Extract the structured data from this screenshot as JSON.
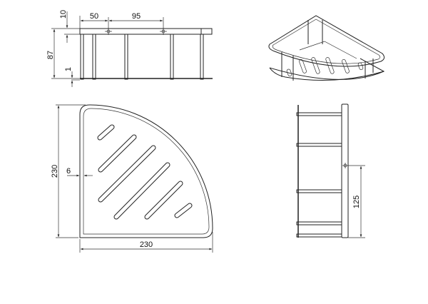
{
  "drawing": {
    "front_view": {
      "dims": {
        "spacing_left": "50",
        "spacing_center": "95",
        "top_thickness": "10",
        "height": "87",
        "base_thickness": "1"
      }
    },
    "plan_view": {
      "dims": {
        "depth": "230",
        "width": "230",
        "edge_offset": "6"
      }
    },
    "side_view": {
      "dims": {
        "mount_height": "125"
      }
    },
    "isometric_view": {}
  },
  "colors": {
    "line": "#222222",
    "background": "#ffffff"
  }
}
